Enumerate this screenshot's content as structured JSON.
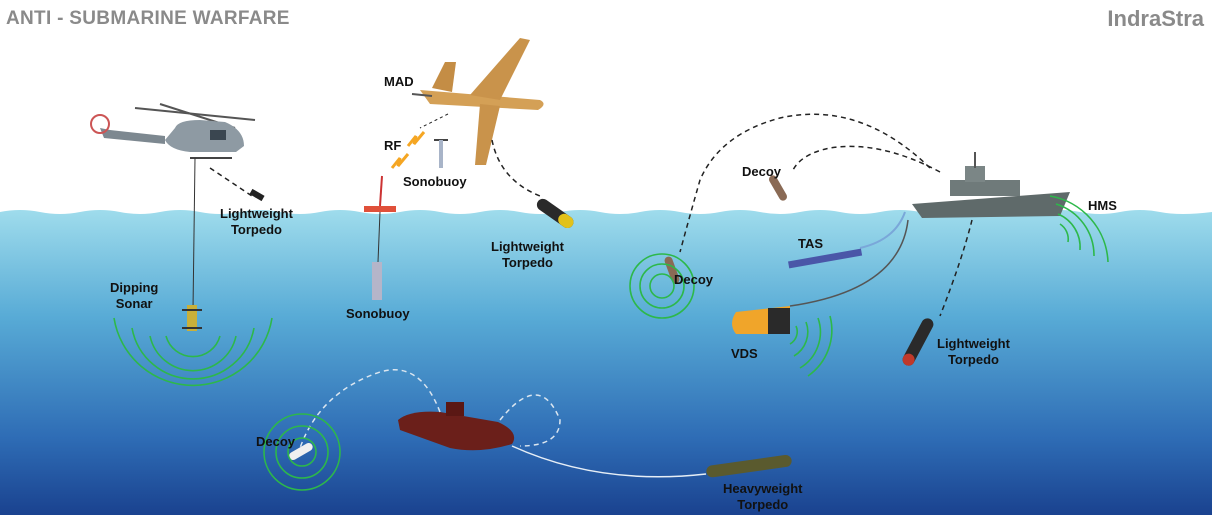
{
  "header": {
    "title": "ANTI - SUBMARINE WARFARE",
    "brand": "IndraStra"
  },
  "labels": {
    "mad": "MAD",
    "rf": "RF",
    "sonobuoy_air": "Sonobuoy",
    "sonobuoy_water": "Sonobuoy",
    "heli_torpedo": "Lightweight\nTorpedo",
    "plane_torpedo": "Lightweight\nTorpedo",
    "ship_torpedo": "Lightweight\nTorpedo",
    "dipping_sonar": "Dipping\nSonar",
    "decoy_air": "Decoy",
    "decoy_water": "Decoy",
    "decoy_sub": "Decoy",
    "tas": "TAS",
    "vds": "VDS",
    "hms": "HMS",
    "heavyweight_torpedo": "Heavyweight\nTorpedo"
  },
  "colors": {
    "sky": "#ffffff",
    "sea_top": "#8fd3e6",
    "sea_bottom": "#1f4f9c",
    "sonar_wave": "#2db84a",
    "title_gray": "#8a8a8a"
  }
}
